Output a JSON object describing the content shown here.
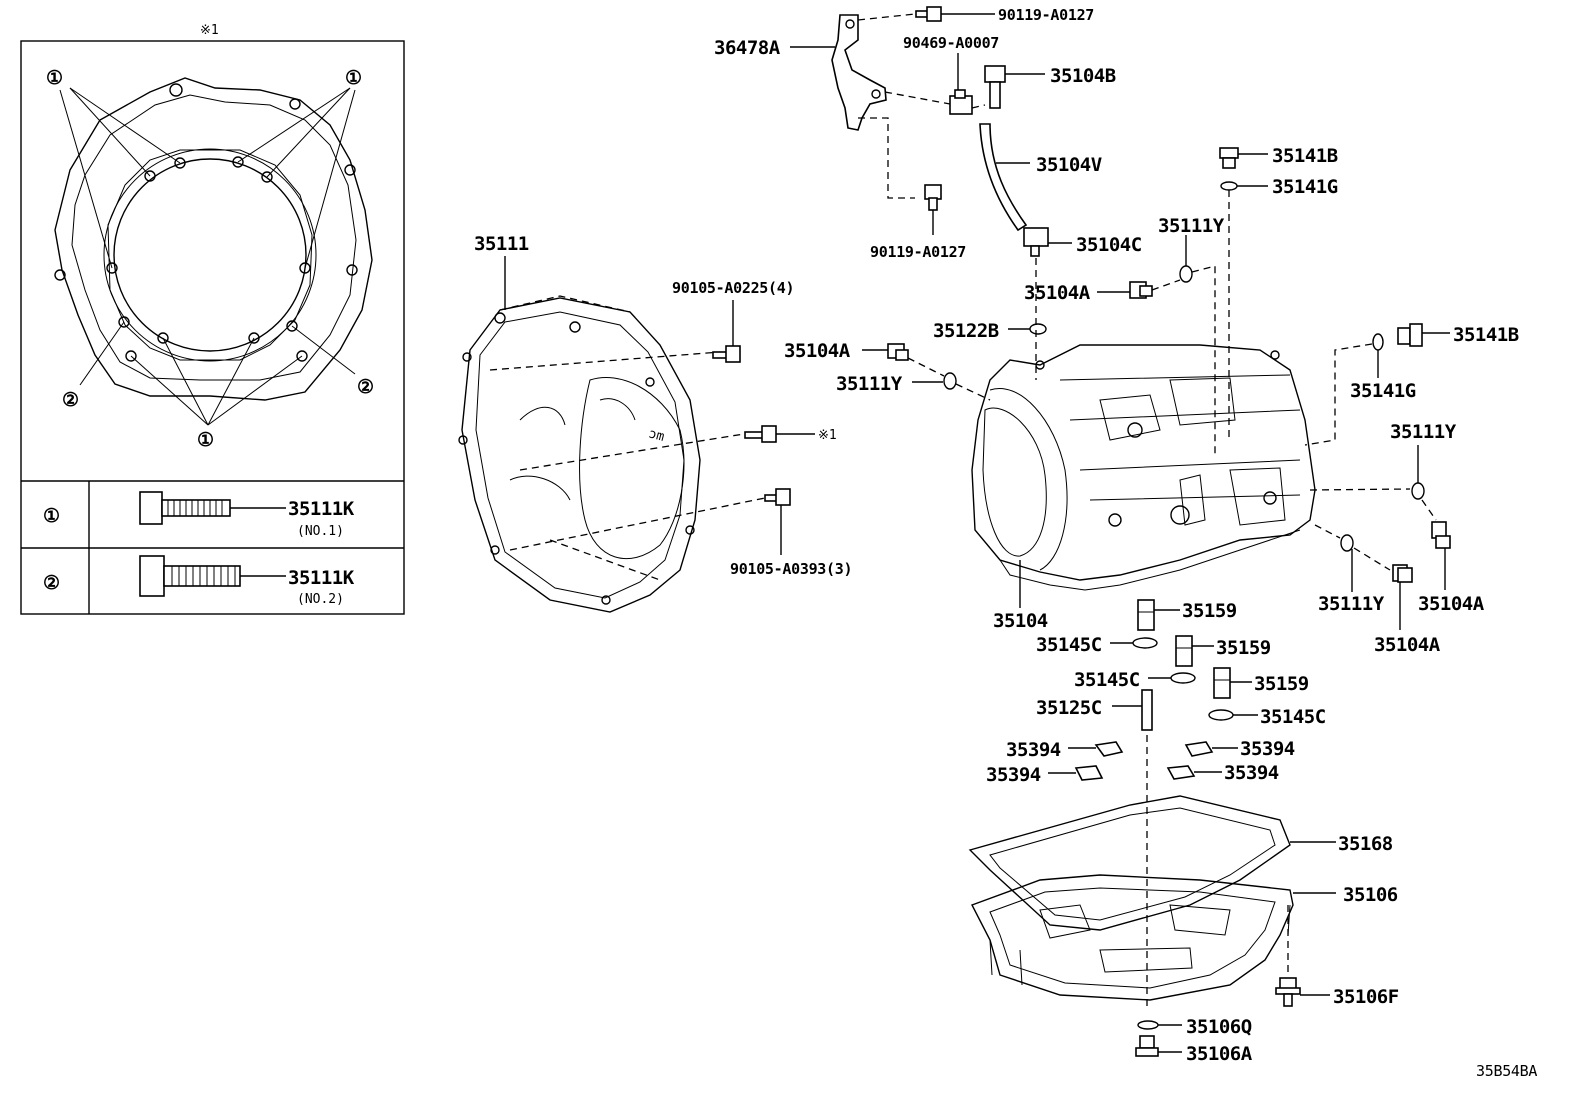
{
  "inset": {
    "note_mark": "※1",
    "callouts": {
      "one": "①",
      "two": "②"
    },
    "legend": [
      {
        "marker": "①",
        "part": "35111K",
        "sub": "(NO.1)"
      },
      {
        "marker": "②",
        "part": "35111K",
        "sub": "(NO.2)"
      }
    ]
  },
  "labels": {
    "p36478A": "36478A",
    "p90119A0127a": "90119-A0127",
    "p90469A0007": "90469-A0007",
    "p35104B": "35104B",
    "p35104V": "35104V",
    "p90119A0127b": "90119-A0127",
    "p35104C": "35104C",
    "p35141Ba": "35141B",
    "p35141Ga": "35141G",
    "p35111Ya": "35111Y",
    "p35104Aa": "35104A",
    "p35122B": "35122B",
    "p35104Ab": "35104A",
    "p35111Yb": "35111Y",
    "p35141Bb": "35141B",
    "p35141Gb": "35141G",
    "p35111Yc": "35111Y",
    "p35104Ac": "35104A",
    "p35104Ad": "35104A",
    "p35111Yd": "35111Y",
    "p35111": "35111",
    "p90105A0225": "90105-A0225(4)",
    "note1": "※1",
    "p90105A0393": "90105-A0393(3)",
    "p35104": "35104",
    "p35159a": "35159",
    "p35145Ca": "35145C",
    "p35159b": "35159",
    "p35145Cb": "35145C",
    "p35159c": "35159",
    "p35125C": "35125C",
    "p35145Cc": "35145C",
    "p35394a": "35394",
    "p35394b": "35394",
    "p35394c": "35394",
    "p35394d": "35394",
    "p35168": "35168",
    "p35106": "35106",
    "p35106F": "35106F",
    "p35106Q": "35106Q",
    "p35106A": "35106A"
  },
  "figure_code": "35B54BA"
}
